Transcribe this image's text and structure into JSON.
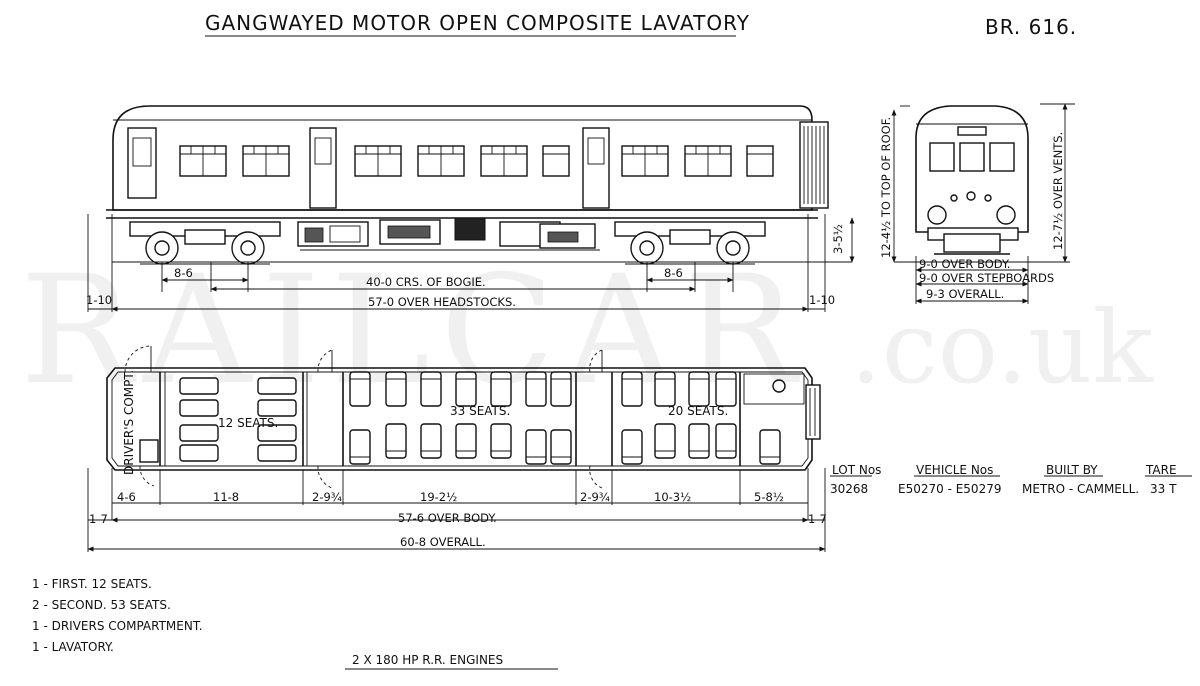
{
  "title": "GANGWAYED MOTOR OPEN COMPOSITE LAVATORY",
  "diagram_no": "BR. 616.",
  "watermark": {
    "main": "RAILCAR",
    "suffix": ".co.uk"
  },
  "side_elevation": {
    "bogie_wheelbase_left": "8-6",
    "bogie_wheelbase_right": "8-6",
    "bogie_centres": "40-0  CRS. OF BOGIE.",
    "over_headstocks": "57-0  OVER HEADSTOCKS.",
    "left_overhang": "1-10",
    "right_overhang": "1-10",
    "height_floor": "3-5½"
  },
  "end_elevation": {
    "height_roof": "12-4½  TO TOP OF ROOF.",
    "height_vents": "12-7½  OVER VENTS.",
    "over_body": "9-0  OVER BODY.",
    "over_stepboards": "9-0  OVER STEPBOARDS",
    "overall": "9-3  OVERALL."
  },
  "plan": {
    "drivers_label": "DRIVER'S COMPT.",
    "first_seats": "12 SEATS.",
    "second_seats_a": "33 SEATS.",
    "second_seats_b": "20 SEATS.",
    "dims": [
      "4-6",
      "11-8",
      "2-9¾",
      "19-2½",
      "2-9¾",
      "10-3½",
      "5-8½"
    ],
    "left_end": "1-7",
    "right_end": "1-7",
    "over_body": "57-6  OVER BODY.",
    "overall": "60-8  OVERALL."
  },
  "info_table": {
    "headers": [
      "LOT Nos",
      "VEHICLE Nos",
      "BUILT BY",
      "TARE"
    ],
    "values": [
      "30268",
      "E50270 - E50279",
      "METRO - CAMMELL.",
      "33 T"
    ]
  },
  "accommodation": [
    "1 - FIRST.      12  SEATS.",
    "2 - SECOND.   53  SEATS.",
    "1 - DRIVERS  COMPARTMENT.",
    "1 - LAVATORY."
  ],
  "engines": "2 X 180    HP    R.R.  ENGINES"
}
